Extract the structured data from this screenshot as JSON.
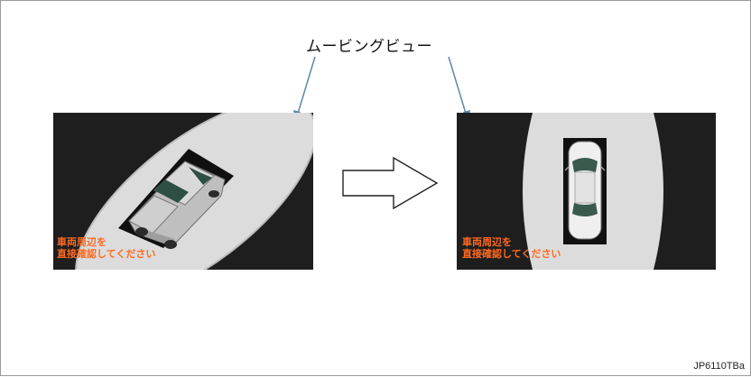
{
  "callout": {
    "label": "ムービングビュー"
  },
  "screens": [
    {
      "view": "moving-view-oblique",
      "warning_line1": "車両周辺を",
      "warning_line2": "直接確認してください"
    },
    {
      "view": "moving-view-top",
      "warning_line1": "車両周辺を",
      "warning_line2": "直接確認してください"
    }
  ],
  "figure_code": "JP6110TBa",
  "colors": {
    "screen_bg": "#1e1e1e",
    "view_area": "#dcdcdc",
    "warning_text": "#ff6a20",
    "leader_line": "#5b87a8"
  }
}
